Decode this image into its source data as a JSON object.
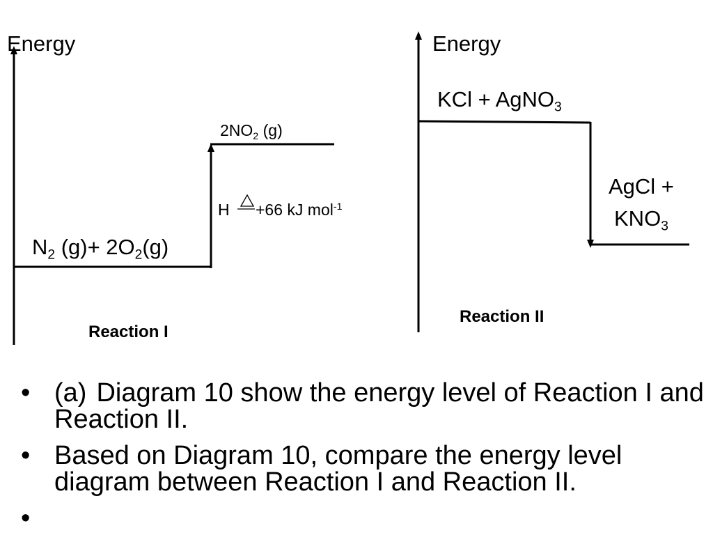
{
  "diagram_1": {
    "y_axis_label": "Energy",
    "reactants": {
      "n2": "N",
      "n2_sub": "2",
      "n2_state": " (g)+ 2O",
      "o2_sub": "2",
      "o2_state": "(g)"
    },
    "products": {
      "no2": "2NO",
      "no2_sub": "2",
      "no2_state": " (g)"
    },
    "enthalpy": {
      "h": "H",
      "value": "+66 kJ mol",
      "exp": "-1"
    },
    "caption": "Reaction I"
  },
  "diagram_2": {
    "y_axis_label": "Energy",
    "reactants": {
      "text": "KCl  + AgNO",
      "sub": "3"
    },
    "products": {
      "line1": "AgCl +",
      "line2": "KNO",
      "sub": "3"
    },
    "caption": "Reaction II"
  },
  "bullets": [
    {
      "prefix": "(a)",
      "text": "Diagram 10 show the energy level of Reaction I and Reaction II."
    },
    {
      "prefix": "",
      "text": "Based on Diagram 10, compare the energy level diagram between Reaction I and Reaction II."
    },
    {
      "prefix": "",
      "text": ""
    }
  ]
}
